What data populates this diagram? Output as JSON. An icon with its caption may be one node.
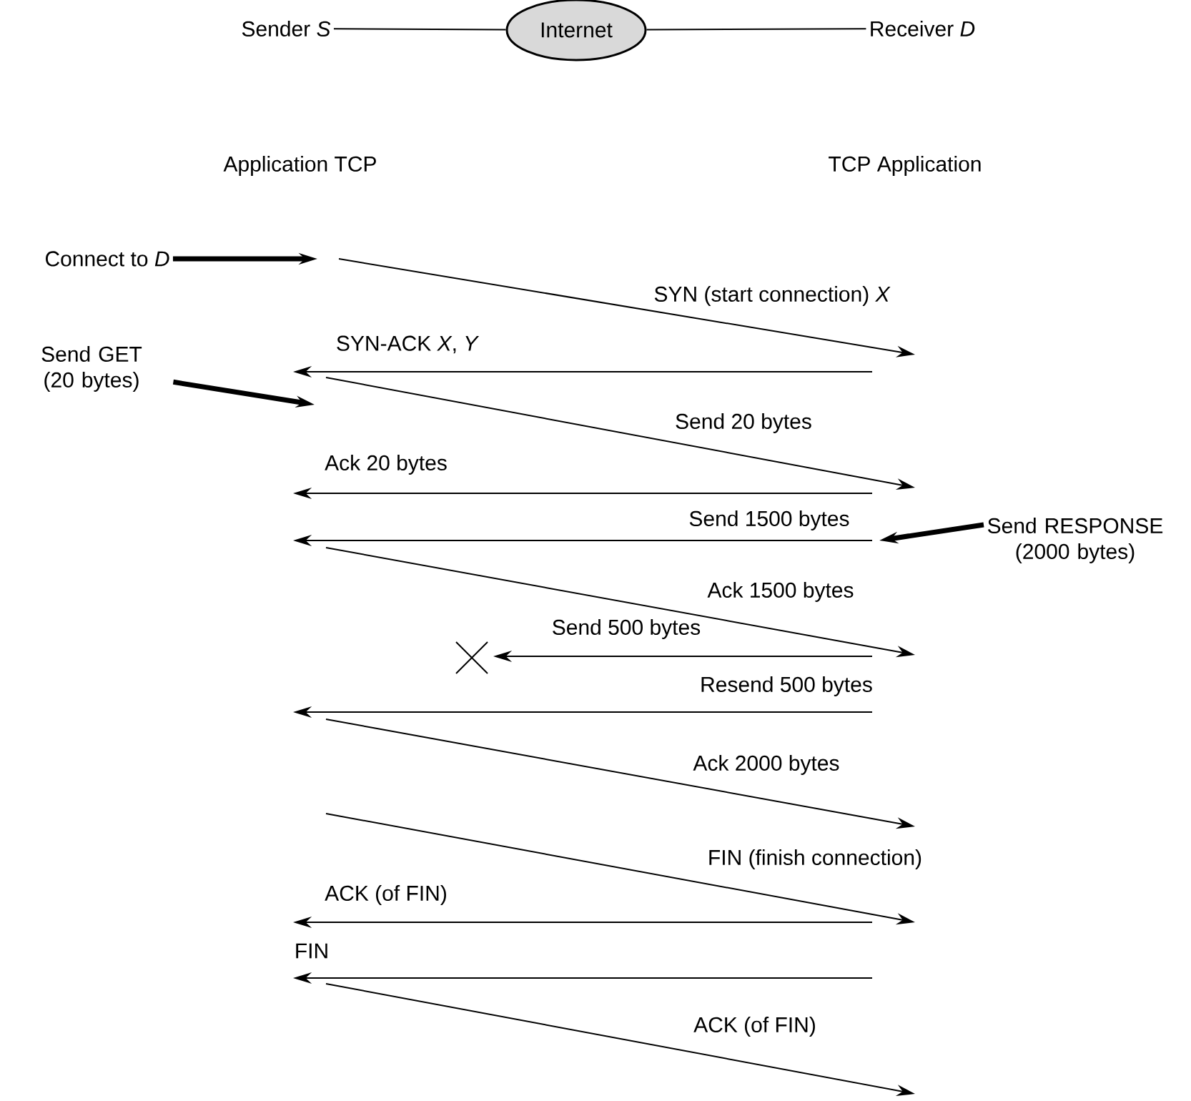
{
  "diagram": {
    "nodes": [
      {
        "text": [
          "Sender *S*"
        ]
      },
      {
        "text": [
          "Internet"
        ]
      },
      {
        "text": [
          "Receiver *D*"
        ]
      },
      {
        "text": [
          "Connect to *D*"
        ]
      },
      {
        "text": [
          "Send GET (20 bytes)"
        ]
      },
      {
        "text": [
          "Send RESPONSE (2000 bytes)"
        ]
      }
    ],
    "edges": [
      {
        "from": 0,
        "to": 1,
        "arrow": "none"
      },
      {
        "from": 1,
        "to": 2,
        "arrow": "none"
      },
      {
        "from": 3,
        "to": null,
        "arrow": "to"
      },
      {
        "from": 4,
        "to": null,
        "arrow": "to"
      },
      {
        "from": 5,
        "to": null,
        "arrow": "to"
      }
    ],
    "labels": [
      "Application TCP",
      "TCP Application",
      "SYN (start connection) *X*",
      "SYN-ACK *X*, *Y*",
      "Send 20 bytes",
      "Ack 20 bytes",
      "Send 1500 bytes",
      "Ack 1500 bytes",
      "Send 500 bytes",
      "Resend 500 bytes",
      "Ack 2000 bytes",
      "FIN (finish connection)",
      "ACK (of FIN)",
      "FIN",
      "ACK (of FIN)"
    ]
  }
}
